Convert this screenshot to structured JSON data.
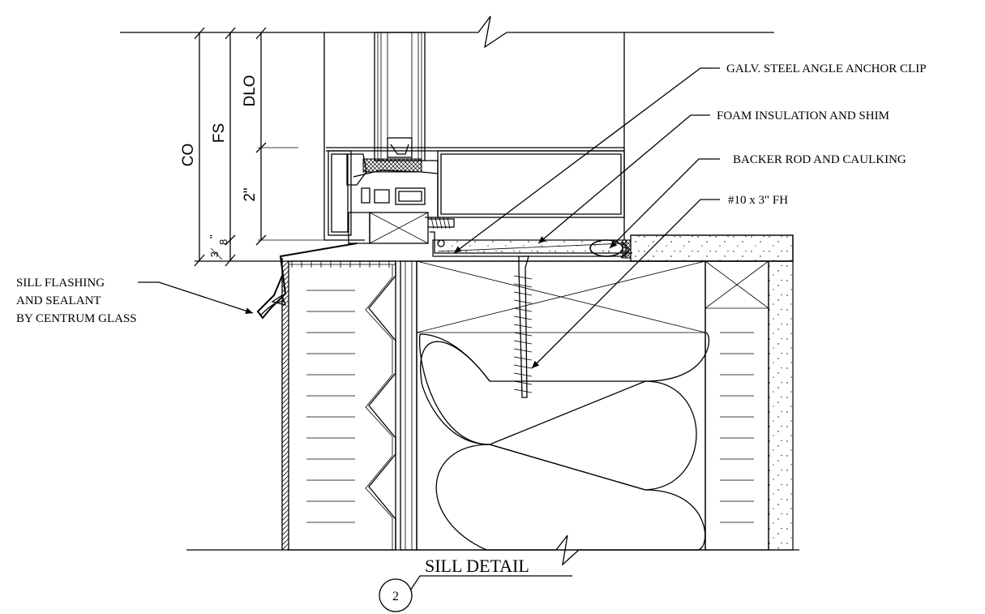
{
  "title": {
    "number": "2",
    "text": "SILL DETAIL"
  },
  "dimensions": {
    "co": "CO",
    "fs": "FS",
    "dlo": "DLO",
    "two_inch": "2\"",
    "fraction_top": "3",
    "fraction_bottom": "8",
    "fraction_mark": "\""
  },
  "callouts": {
    "anchor_clip": "GALV. STEEL ANGLE ANCHOR CLIP",
    "foam": "FOAM INSULATION AND SHIM",
    "backer_rod": "BACKER ROD AND CAULKING",
    "screw": "#10 x 3\" FH",
    "sill_flashing": [
      "SILL FLASHING",
      "AND SEALANT",
      "BY CENTRUM GLASS"
    ]
  }
}
